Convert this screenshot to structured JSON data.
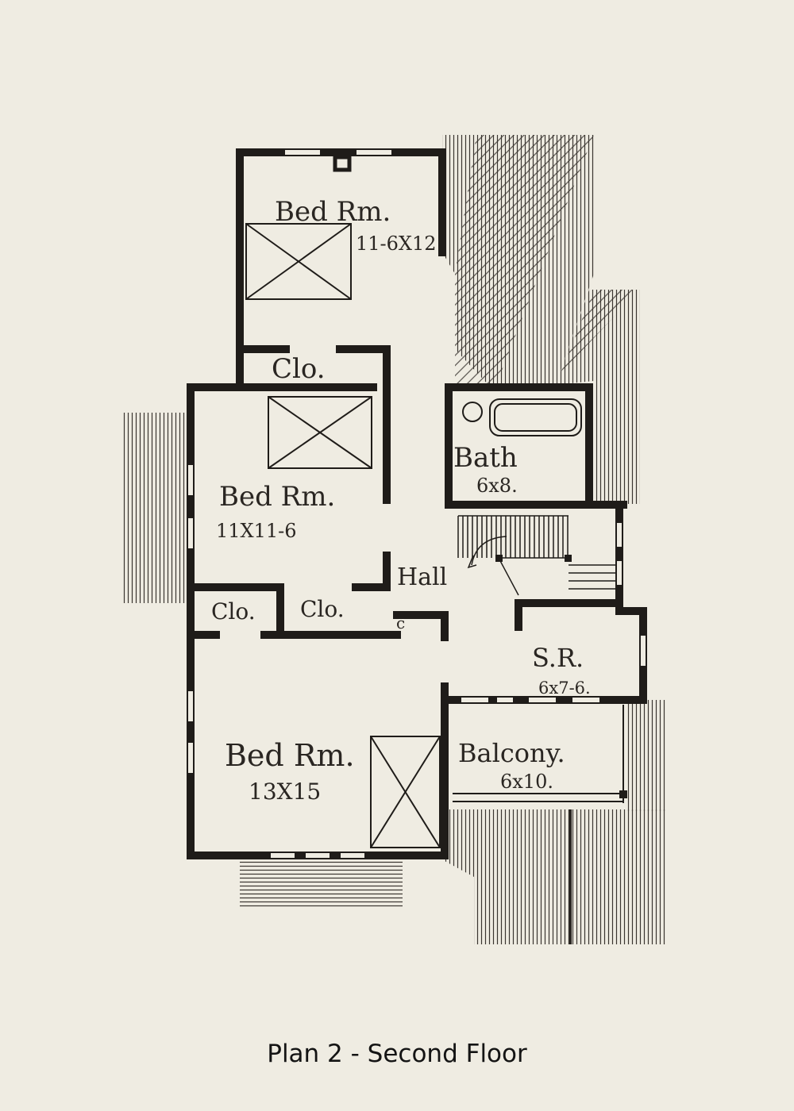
{
  "rooms": {
    "bed_top": {
      "name": "Bed Rm.",
      "dims": "11-6X12"
    },
    "clo_top": {
      "name": "Clo."
    },
    "bed_mid": {
      "name": "Bed Rm.",
      "dims": "11X11-6"
    },
    "bath": {
      "name": "Bath",
      "dims": "6x8."
    },
    "hall": {
      "name": "Hall"
    },
    "clo_left": {
      "name": "Clo."
    },
    "clo_right": {
      "name": "Clo."
    },
    "closet_c": {
      "name": "c"
    },
    "sr": {
      "name": "S.R.",
      "dims": "6x7-6."
    },
    "bed_bottom": {
      "name": "Bed Rm.",
      "dims": "13X15"
    },
    "balcony": {
      "name": "Balcony.",
      "dims": "6x10."
    }
  },
  "caption": "Plan 2 - Second Floor"
}
